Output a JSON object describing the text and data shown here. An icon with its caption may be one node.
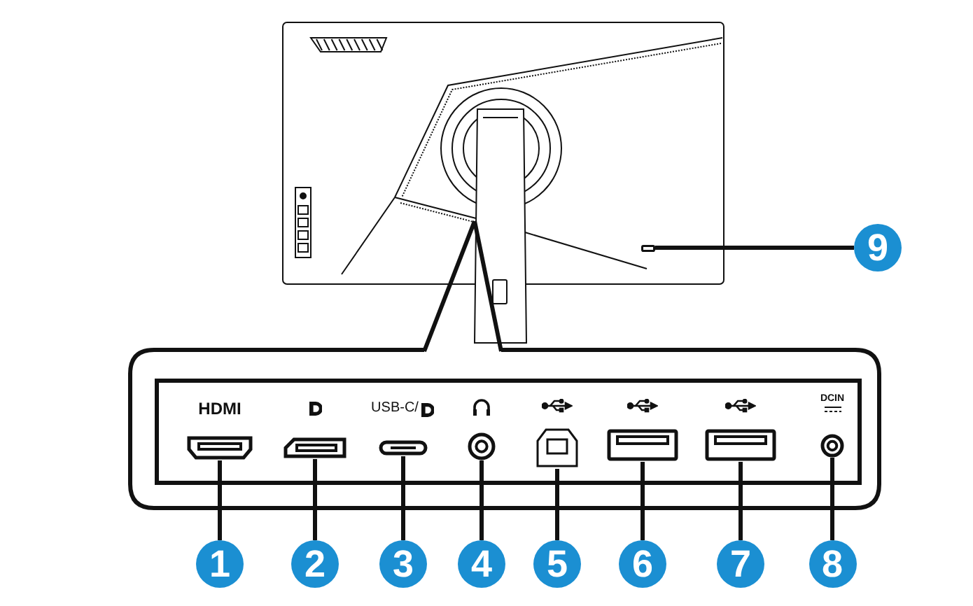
{
  "diagram": {
    "nodes": [
      {
        "text": [],
        "shape": "box"
      },
      {
        "text": [
          "9"
        ]
      },
      {
        "text": [],
        "shape": "box"
      },
      {
        "text": [],
        "shape": "box"
      },
      {
        "text": [],
        "shape": "box"
      },
      {
        "text": [],
        "shape": "circle"
      },
      {
        "text": [],
        "shape": "box"
      },
      {
        "text": [],
        "shape": "box"
      },
      {
        "text": [],
        "shape": "box"
      },
      {
        "text": [],
        "shape": "circle"
      },
      {
        "text": [
          "1"
        ]
      },
      {
        "text": [
          "2"
        ]
      },
      {
        "text": [
          "3"
        ]
      },
      {
        "text": [
          "4"
        ]
      },
      {
        "text": [
          "5"
        ]
      },
      {
        "text": [
          "6"
        ]
      },
      {
        "text": [
          "7"
        ]
      },
      {
        "text": [
          "8"
        ]
      }
    ],
    "edges": [
      {
        "from": 1,
        "to": 0,
        "arrow": "none"
      },
      {
        "from": 10,
        "to": 2,
        "arrow": "none"
      },
      {
        "from": 11,
        "to": 3,
        "arrow": "none"
      },
      {
        "from": 12,
        "to": 4,
        "arrow": "none"
      },
      {
        "from": 13,
        "to": 5,
        "arrow": "none"
      },
      {
        "from": 14,
        "to": 6,
        "arrow": "none"
      },
      {
        "from": 15,
        "to": 7,
        "arrow": "none"
      },
      {
        "from": 16,
        "to": 8,
        "arrow": "none"
      },
      {
        "from": 17,
        "to": 9,
        "arrow": "none"
      }
    ],
    "labels": [
      "HDMI",
      "USB-C/",
      "DCIN"
    ]
  }
}
